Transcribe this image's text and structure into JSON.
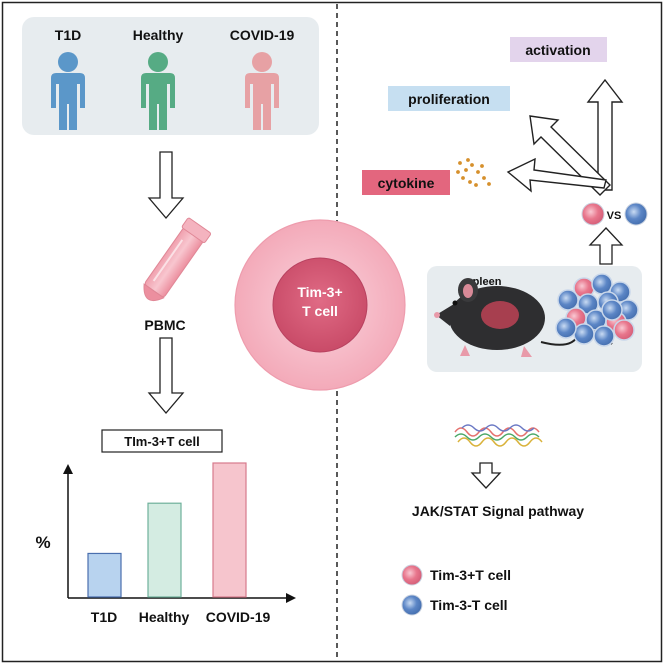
{
  "left_panel": {
    "groups": [
      {
        "label": "T1D",
        "color": "#5b97c9"
      },
      {
        "label": "Healthy",
        "color": "#56ab84"
      },
      {
        "label": "COVID-19",
        "color": "#e7a1a4"
      }
    ],
    "sample_label": "PBMC",
    "chart_title": "TIm-3+T cell"
  },
  "chart_data": {
    "type": "bar",
    "title": "TIm-3+T cell",
    "ylabel": "%",
    "xlabel": "",
    "categories": [
      "T1D",
      "Healthy",
      "COVID-19"
    ],
    "values": [
      1.3,
      2.8,
      4.0
    ],
    "colors": [
      "#b8d3ef",
      "#d4ece2",
      "#f6c5cd"
    ],
    "borders": [
      "#4a6fae",
      "#6fb09b",
      "#d77a8c"
    ],
    "ylim": [
      0,
      4.3
    ],
    "grid": false
  },
  "center_cell": {
    "line1": "Tim-3+",
    "line2": "T cell"
  },
  "right_panel": {
    "outcomes": {
      "activation": "activation",
      "proliferation": "proliferation",
      "cytokine": "cytokine"
    },
    "comparison_text": "VS",
    "organ_label": "spleen",
    "pathway_label": "JAK/STAT Signal pathway",
    "legend": [
      {
        "label": "Tim-3+T cell",
        "color": "#e8768c"
      },
      {
        "label": "Tim-3-T cell",
        "color": "#5c86c6"
      }
    ]
  },
  "colors": {
    "activation_box": "#e3d4ec",
    "proliferation_box": "#c6dff1",
    "cytokine_box": "#e3667e",
    "panel_bg": "#e7ecef"
  }
}
